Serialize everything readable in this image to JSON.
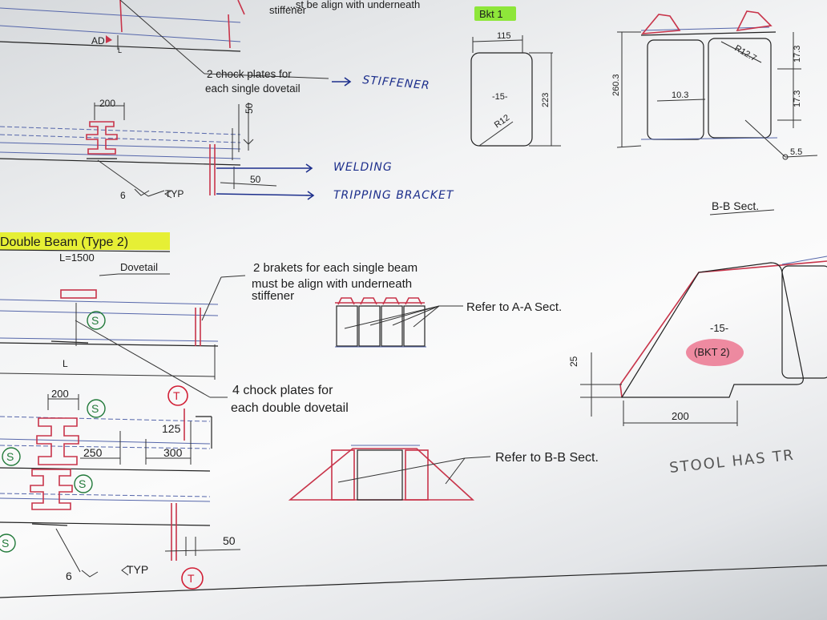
{
  "texts": {
    "top_note_a": "...st be align with underneath",
    "top_note_b": "stiffener",
    "bkt1_label": "Bkt 1",
    "dim_115": "115",
    "dim_15_a": "-15-",
    "dim_223": "223",
    "dim_r12": "R12",
    "dim_2603": "260.3",
    "dim_r127": "R12.7",
    "dim_173_a": "17.3",
    "dim_103": "10.3",
    "dim_173_b": "17.3",
    "dim_55": "5.5",
    "bb_sect": "B-B Sect.",
    "section_a_label": "AD",
    "chock_note_a": "2 chock plates for",
    "chock_note_b": "each single dovetail",
    "hw_stiffener": "STIFFENER",
    "dim_200_a": "200",
    "dim_50_a": "50",
    "dim_50_b": "50",
    "hw_welding": "WELDING",
    "hw_tripping": "TRIPPING BRACKET",
    "weld_6_a": "6",
    "typ_a": "TYP",
    "double_beam_title": "Double Beam (Type 2)",
    "length_label": "L=1500",
    "dovetail_label": "Dovetail",
    "bracket_note_a": "2 brakets for each single beam",
    "bracket_note_b": "must be align with underneath",
    "bracket_note_c": "stiffener",
    "refer_aa": "Refer to A-A Sect.",
    "dim_15_b": "-15-",
    "bkt2_label": "(BKT 2)",
    "dim_25": "25",
    "dim_200_b": "200",
    "l_label": "L",
    "chock4_a": "4  chock plates for",
    "chock4_b": "each double dovetail",
    "dim_200_c": "200",
    "dim_125": "125",
    "dim_250": "250",
    "dim_300": "300",
    "refer_bb": "Refer to B-B Sect.",
    "hw_stool": "STOOL HAS TR",
    "dim_50_c": "50",
    "weld_6_b": "6",
    "typ_b": "TYP",
    "circle_s": "S",
    "circle_t": "T"
  },
  "colors": {
    "highlight_yellow": "#e4ee20",
    "highlight_green": "#8ee63a",
    "red_marker": "#e8325a",
    "ink_blue": "#1d2f8c",
    "drawing_red": "#c8344a",
    "drawing_blue": "#5566aa",
    "pen_green": "#227a3a"
  }
}
